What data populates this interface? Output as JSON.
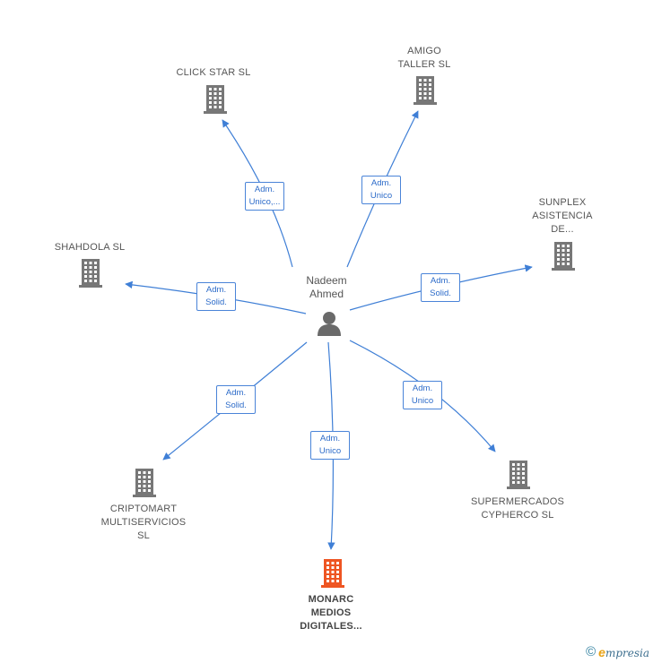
{
  "center": {
    "name": "Nadeem\nAhmed",
    "icon": "person-icon"
  },
  "companies": [
    {
      "id": "click-star",
      "name": "CLICK STAR SL",
      "relation": "Adm.\nUnico,...",
      "highlight": false
    },
    {
      "id": "amigo-taller",
      "name": "AMIGO\nTALLER  SL",
      "relation": "Adm.\nUnico",
      "highlight": false
    },
    {
      "id": "sunplex",
      "name": "SUNPLEX\nASISTENCIA\nDE...",
      "relation": "Adm.\nSolid.",
      "highlight": false
    },
    {
      "id": "shahdola",
      "name": "SHAHDOLA  SL",
      "relation": "Adm.\nSolid.",
      "highlight": false
    },
    {
      "id": "criptomart",
      "name": "CRIPTOMART\nMULTISERVICIOS\nSL",
      "relation": "Adm.\nSolid.",
      "highlight": false
    },
    {
      "id": "monarc",
      "name": "MONARC\nMEDIOS\nDIGITALES...",
      "relation": "Adm.\nUnico",
      "highlight": true
    },
    {
      "id": "supermercados",
      "name": "SUPERMERCADOS\nCYPHERCO  SL",
      "relation": "Adm.\nUnico",
      "highlight": false
    }
  ],
  "colors": {
    "edge": "#3f7fd6",
    "building": "#777777",
    "highlight": "#ee5522",
    "person": "#6a6a6a"
  },
  "footer": {
    "copyright": "©",
    "brand_initial": "e",
    "brand_rest": "mpresia"
  }
}
